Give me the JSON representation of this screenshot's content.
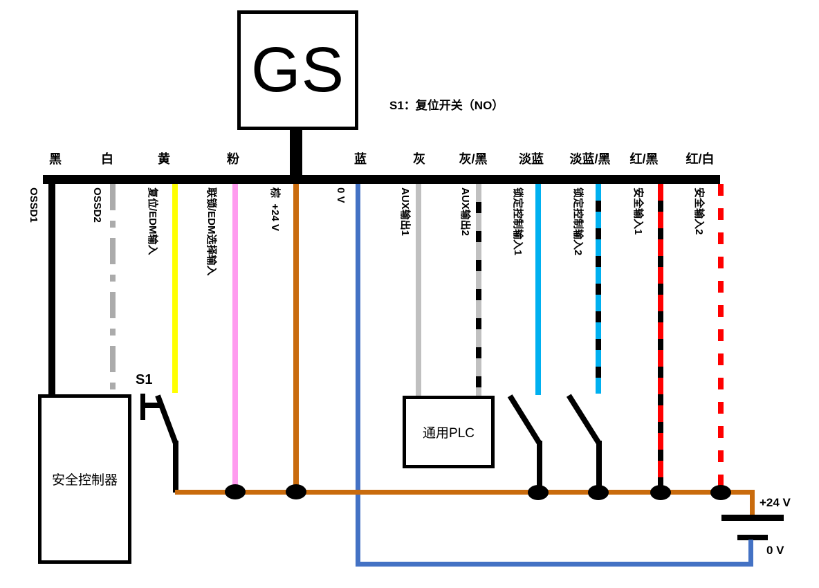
{
  "device": {
    "label": "GS"
  },
  "note": {
    "text": "S1：复位开关（NO）"
  },
  "reset_switch": {
    "label": "S1"
  },
  "safety_controller": {
    "label": "安全控制器"
  },
  "plc": {
    "label": "通用PLC"
  },
  "power": {
    "plus": "+24 V",
    "zero": "0 V"
  },
  "colors": {
    "black": "#000000",
    "white_wire_gray": "#ABABAB",
    "yellow": "#FFFF00",
    "pink": "#FF9BEF",
    "brown": "#C96B0D",
    "blue": "#4472C4",
    "gray": "#C0C0C0",
    "light_blue": "#00B0F0",
    "red": "#FF0000"
  },
  "wires": [
    {
      "color_label": "黑",
      "signal_label": "OSSD1"
    },
    {
      "color_label": "白",
      "signal_label": "OSSD2"
    },
    {
      "color_label": "黄",
      "signal_label": "复位/EDM输入"
    },
    {
      "color_label": "粉",
      "signal_label": "联锁/EDM选择输入"
    },
    {
      "color_label": "",
      "signal_label": "棕  +24 V"
    },
    {
      "color_label": "蓝",
      "signal_label": "0 V"
    },
    {
      "color_label": "灰",
      "signal_label": "AUX输出1"
    },
    {
      "color_label": "灰/黑",
      "signal_label": "AUX输出2"
    },
    {
      "color_label": "淡蓝",
      "signal_label": "锁定控制输入1"
    },
    {
      "color_label": "淡蓝/黑",
      "signal_label": "锁定控制输入2"
    },
    {
      "color_label": "红/黑",
      "signal_label": "安全输入1"
    },
    {
      "color_label": "红/白",
      "signal_label": "安全输入2"
    }
  ]
}
